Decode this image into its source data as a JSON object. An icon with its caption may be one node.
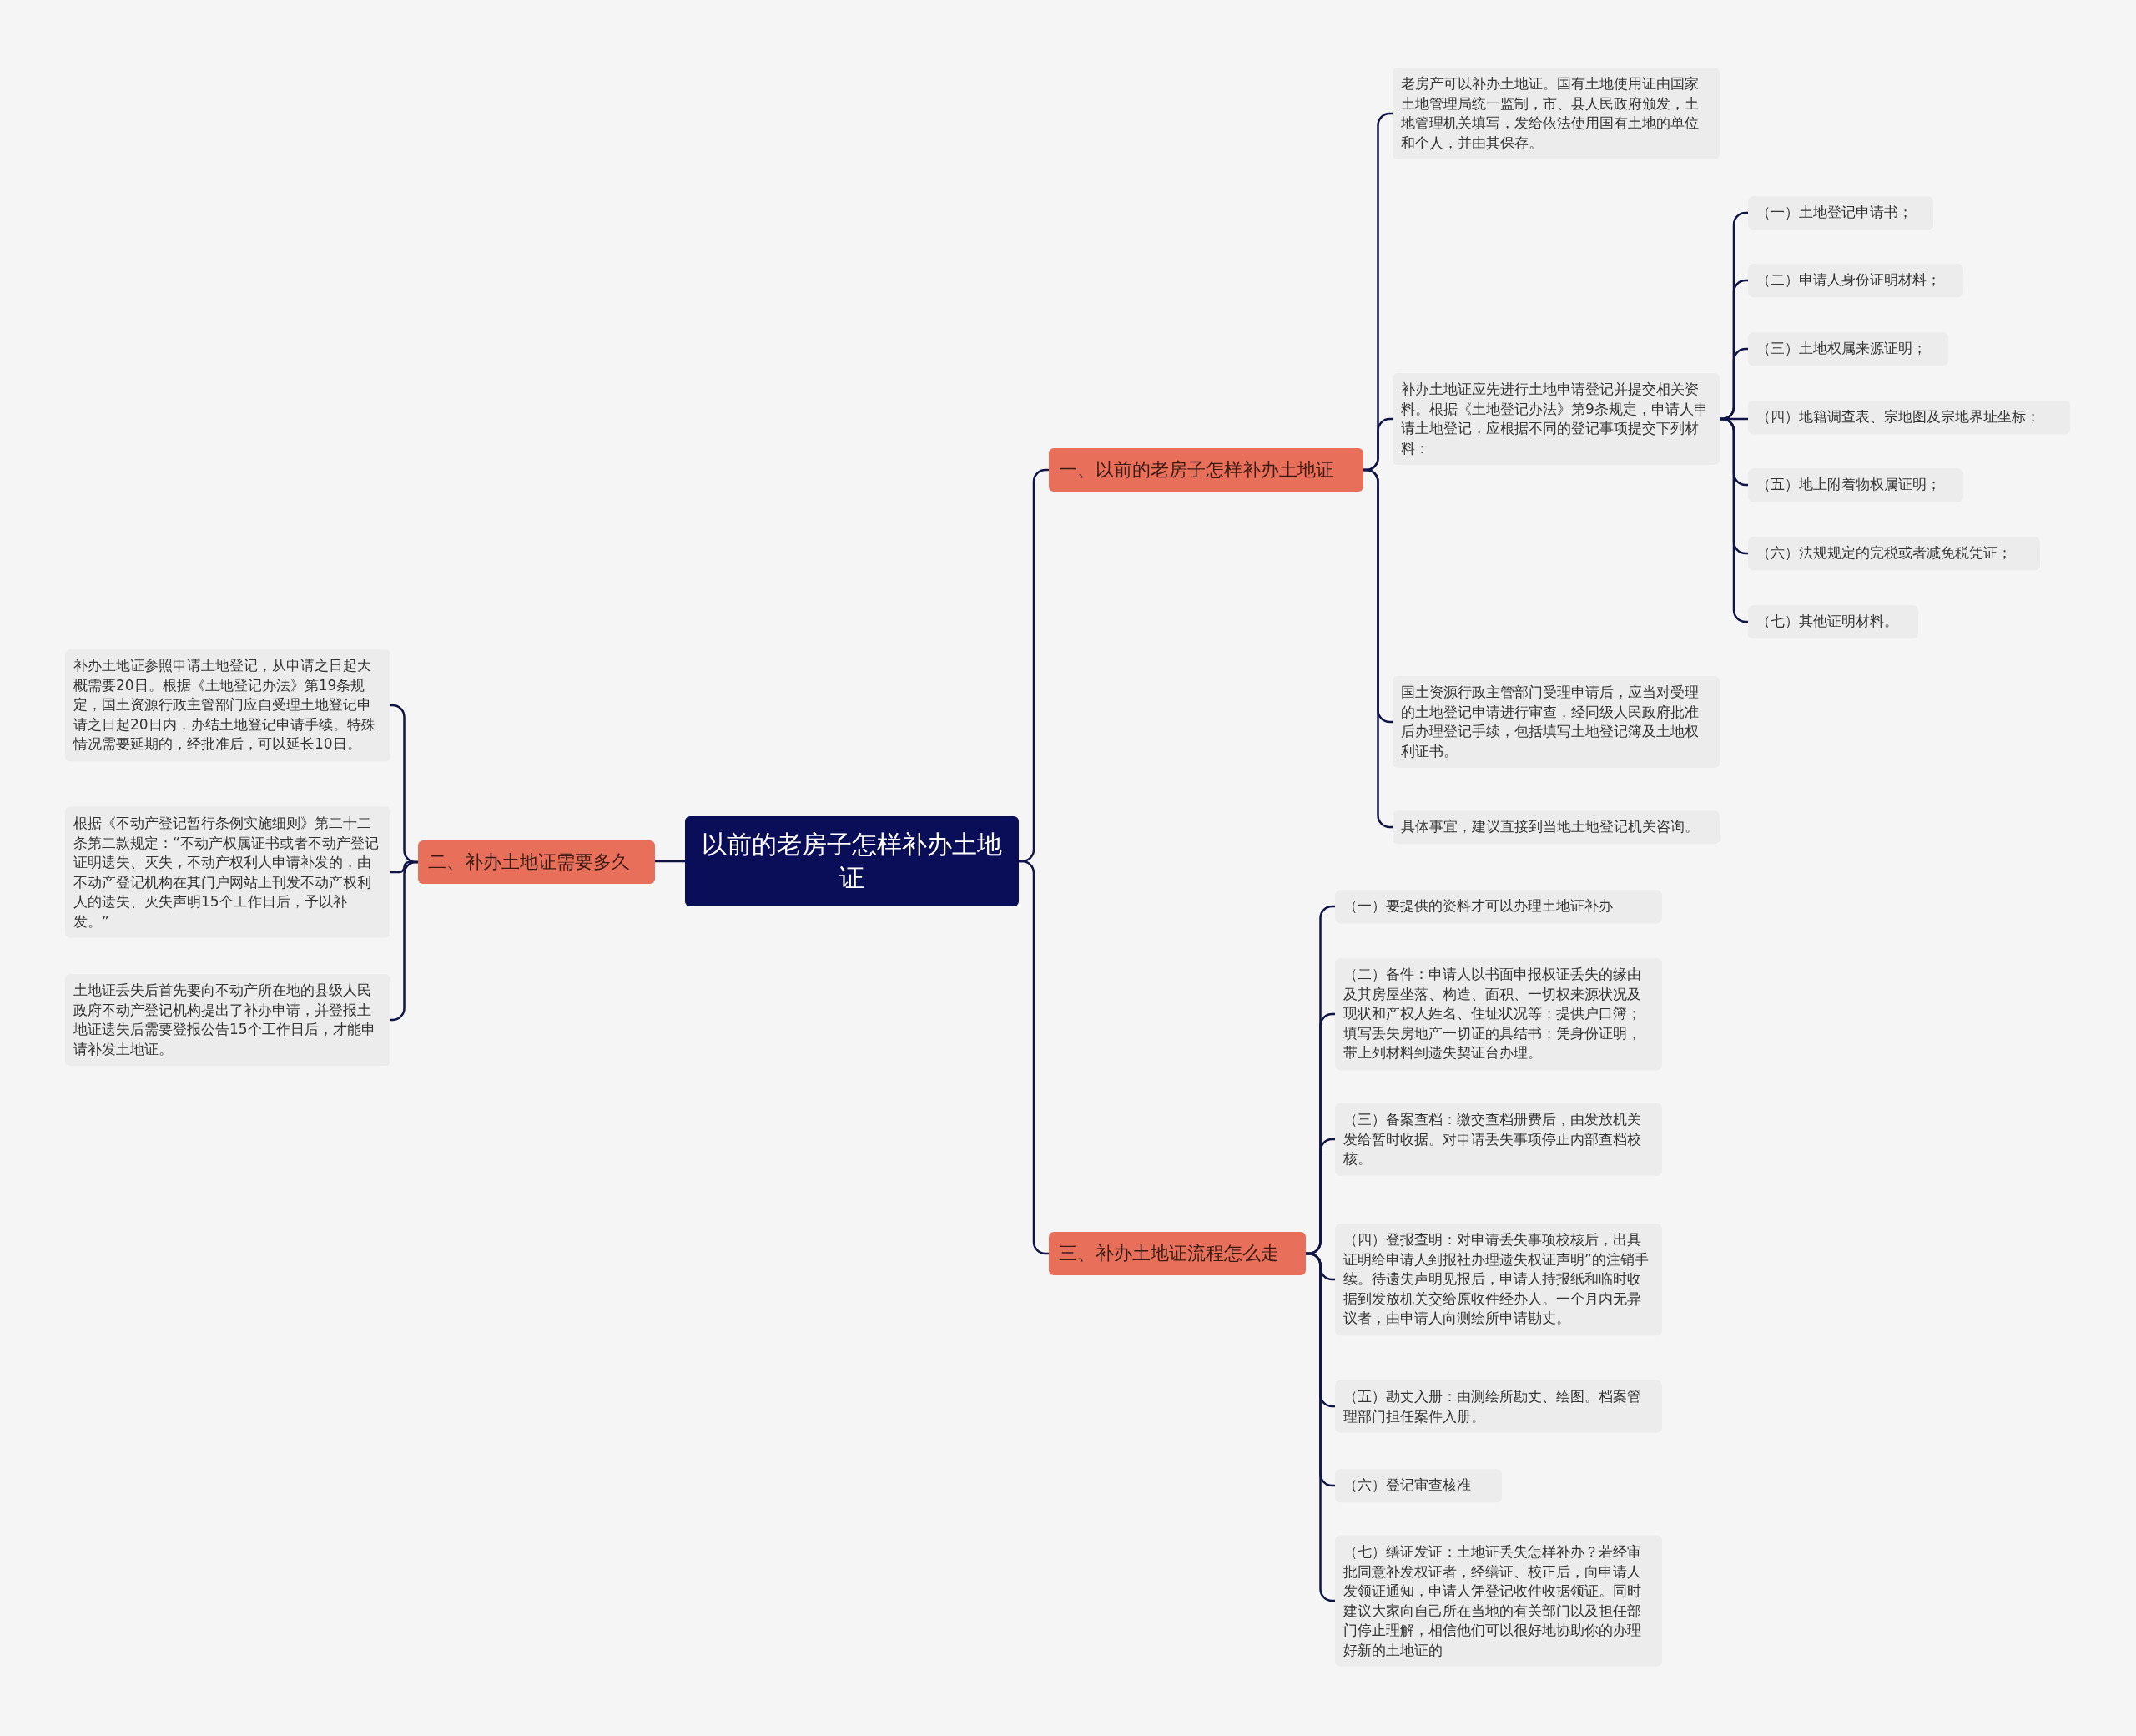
{
  "diagram": {
    "nodes": [
      {
        "text": [
          "以前的老房子怎样补办土地证"
        ]
      },
      {
        "text": [
          "一、以前的老房子怎样补办土地证"
        ]
      },
      {
        "text": [
          "老房产可以补办土地证。国有土地使用证由国家土地管理局统一监制，市、县人民政府颁发，土地管理机关填写，发给依法使用国有土地的单位和个人，并由其保存。"
        ]
      },
      {
        "text": [
          "补办土地证应先进行土地申请登记并提交相关资料。根据《土地登记办法》第9条规定，申请人申请土地登记，应根据不同的登记事项提交下列材料："
        ]
      },
      {
        "text": [
          "（一）土地登记申请书；"
        ]
      },
      {
        "text": [
          "（二）申请人身份证明材料；"
        ]
      },
      {
        "text": [
          "（三）土地权属来源证明；"
        ]
      },
      {
        "text": [
          "（四）地籍调查表、宗地图及宗地界址坐标；"
        ]
      },
      {
        "text": [
          "（五）地上附着物权属证明；"
        ]
      },
      {
        "text": [
          "（六）法规规定的完税或者减免税凭证；"
        ]
      },
      {
        "text": [
          "（七）其他证明材料。"
        ]
      },
      {
        "text": [
          "国土资源行政主管部门受理申请后，应当对受理的土地登记申请进行审查，经同级人民政府批准后办理登记手续，包括填写土地登记簿及土地权利证书。"
        ]
      },
      {
        "text": [
          "具体事宜，建议直接到当地土地登记机关咨询。"
        ]
      },
      {
        "text": [
          "二、补办土地证需要多久"
        ]
      },
      {
        "text": [
          "补办土地证参照申请土地登记，从申请之日起大概需要20日。根据《土地登记办法》第19条规定，国土资源行政主管部门应自受理土地登记申请之日起20日内，办结土地登记申请手续。特殊情况需要延期的，经批准后，可以延长10日。"
        ]
      },
      {
        "text": [
          "根据《不动产登记暂行条例实施细则》第二十二条第二款规定：“不动产权属证书或者不动产登记证明遗失、灭失，不动产权利人申请补发的，由不动产登记机构在其门户网站上刊发不动产权利人的遗失、灭失声明15个工作日后，予以补发。”"
        ]
      },
      {
        "text": [
          "土地证丢失后首先要向不动产所在地的县级人民政府不动产登记机构提出了补办申请，并登报土地证遗失后需要登报公告15个工作日后，才能申请补发土地证。"
        ]
      },
      {
        "text": [
          "三、补办土地证流程怎么走"
        ]
      },
      {
        "text": [
          "（一）要提供的资料才可以办理土地证补办"
        ]
      },
      {
        "text": [
          "（二）备件：申请人以书面申报权证丢失的缘由及其房屋坐落、构造、面积、一切权来源状况及现状和产权人姓名、住址状况等；提供户口簿；填写丢失房地产一切证的具结书；凭身份证明，带上列材料到遗失契证台办理。"
        ]
      },
      {
        "text": [
          "（三）备案查档：缴交查档册费后，由发放机关发给暂时收据。对申请丢失事项停止内部查档校核。"
        ]
      },
      {
        "text": [
          "（四）登报查明：对申请丢失事项校核后，出具证明给申请人到报社办理遗失权证声明”的注销手续。待遗失声明见报后，申请人持报纸和临时收据到发放机关交给原收件经办人。一个月内无异议者，由申请人向测绘所申请勘丈。"
        ]
      },
      {
        "text": [
          "（五）勘丈入册：由测绘所勘丈、绘图。档案管理部门担任案件入册。"
        ]
      },
      {
        "text": [
          "（六）登记审查核准"
        ]
      },
      {
        "text": [
          "（七）缮证发证：土地证丢失怎样补办？若经审批同意补发权证者，经缮证、校正后，向申请人发领证通知，申请人凭登记收件收据领证。同时建议大家向自己所在当地的有关部门以及担任部门停止理解，相信他们可以很好地协助你的办理好新的土地证的"
        ]
      }
    ],
    "edges": [
      {
        "from": 0,
        "to": 1,
        "arrow": "none"
      },
      {
        "from": 1,
        "to": 2,
        "arrow": "none"
      },
      {
        "from": 1,
        "to": 3,
        "arrow": "none"
      },
      {
        "from": 3,
        "to": 4,
        "arrow": "none"
      },
      {
        "from": 3,
        "to": 5,
        "arrow": "none"
      },
      {
        "from": 3,
        "to": 6,
        "arrow": "none"
      },
      {
        "from": 3,
        "to": 7,
        "arrow": "none"
      },
      {
        "from": 3,
        "to": 8,
        "arrow": "none"
      },
      {
        "from": 3,
        "to": 9,
        "arrow": "none"
      },
      {
        "from": 3,
        "to": 10,
        "arrow": "none"
      },
      {
        "from": 1,
        "to": 11,
        "arrow": "none"
      },
      {
        "from": 1,
        "to": 12,
        "arrow": "none"
      },
      {
        "from": 0,
        "to": 13,
        "arrow": "none"
      },
      {
        "from": 13,
        "to": 14,
        "arrow": "none"
      },
      {
        "from": 13,
        "to": 15,
        "arrow": "none"
      },
      {
        "from": 13,
        "to": 16,
        "arrow": "none"
      },
      {
        "from": 0,
        "to": 17,
        "arrow": "none"
      },
      {
        "from": 17,
        "to": 18,
        "arrow": "none"
      },
      {
        "from": 17,
        "to": 19,
        "arrow": "none"
      },
      {
        "from": 17,
        "to": 20,
        "arrow": "none"
      },
      {
        "from": 17,
        "to": 21,
        "arrow": "none"
      },
      {
        "from": 17,
        "to": 22,
        "arrow": "none"
      },
      {
        "from": 17,
        "to": 23,
        "arrow": "none"
      },
      {
        "from": 17,
        "to": 24,
        "arrow": "none"
      }
    ]
  }
}
